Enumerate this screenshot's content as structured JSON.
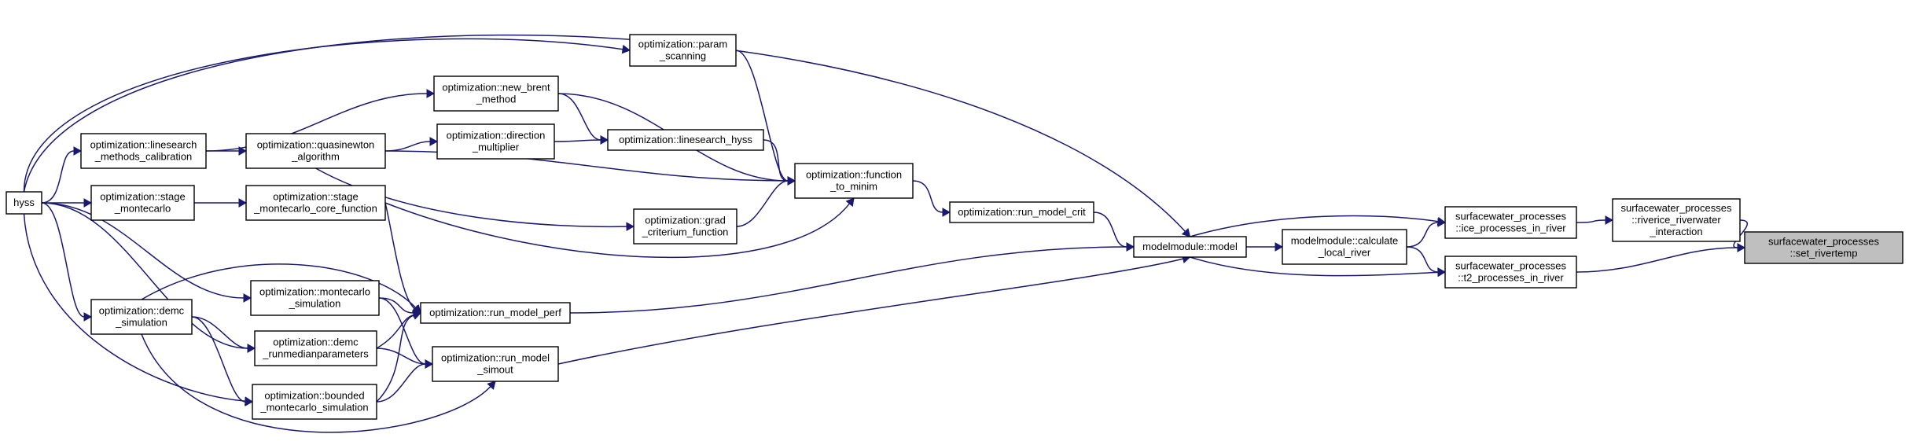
{
  "graph": {
    "nodes": [
      {
        "id": "hyss",
        "lines": [
          "hyss"
        ]
      },
      {
        "id": "ls_meth",
        "lines": [
          "optimization::linesearch",
          "_methods_calibration"
        ]
      },
      {
        "id": "stage_mc",
        "lines": [
          "optimization::stage",
          "_montecarlo"
        ]
      },
      {
        "id": "demc_sim",
        "lines": [
          "optimization::demc",
          "_simulation"
        ]
      },
      {
        "id": "param",
        "lines": [
          "optimization::param",
          "_scanning"
        ]
      },
      {
        "id": "brent",
        "lines": [
          "optimization::new_brent",
          "_method"
        ]
      },
      {
        "id": "quasi",
        "lines": [
          "optimization::quasinewton",
          "_algorithm"
        ]
      },
      {
        "id": "dirmul",
        "lines": [
          "optimization::direction",
          "_multiplier"
        ]
      },
      {
        "id": "lshyss",
        "lines": [
          "optimization::linesearch_hyss"
        ]
      },
      {
        "id": "stage_core",
        "lines": [
          "optimization::stage",
          "_montecarlo_core_function"
        ]
      },
      {
        "id": "grad",
        "lines": [
          "optimization::grad",
          "_criterium_function"
        ]
      },
      {
        "id": "fmin",
        "lines": [
          "optimization::function",
          "_to_minim"
        ]
      },
      {
        "id": "mc_sim",
        "lines": [
          "optimization::montecarlo",
          "_simulation"
        ]
      },
      {
        "id": "demc_run",
        "lines": [
          "optimization::demc",
          "_runmedianparameters"
        ]
      },
      {
        "id": "bounded",
        "lines": [
          "optimization::bounded",
          "_montecarlo_simulation"
        ]
      },
      {
        "id": "rmperf",
        "lines": [
          "optimization::run_model_perf"
        ]
      },
      {
        "id": "rmsim",
        "lines": [
          "optimization::run_model",
          "_simout"
        ]
      },
      {
        "id": "rmcrit",
        "lines": [
          "optimization::run_model_crit"
        ]
      },
      {
        "id": "model",
        "lines": [
          "modelmodule::model"
        ]
      },
      {
        "id": "calc",
        "lines": [
          "modelmodule::calculate",
          "_local_river"
        ]
      },
      {
        "id": "ice",
        "lines": [
          "surfacewater_processes",
          "::ice_processes_in_river"
        ]
      },
      {
        "id": "t2",
        "lines": [
          "surfacewater_processes",
          "::t2_processes_in_river"
        ]
      },
      {
        "id": "riverice",
        "lines": [
          "surfacewater_processes",
          "::riverice_riverwater",
          "_interaction"
        ]
      },
      {
        "id": "root",
        "lines": [
          "surfacewater_processes",
          "::set_rivertemp"
        ]
      }
    ],
    "edges": [
      [
        "hyss",
        "ls_meth"
      ],
      [
        "hyss",
        "stage_mc"
      ],
      [
        "hyss",
        "demc_sim"
      ],
      [
        "hyss",
        "param"
      ],
      [
        "hyss",
        "model"
      ],
      [
        "hyss",
        "mc_sim"
      ],
      [
        "hyss",
        "demc_run"
      ],
      [
        "hyss",
        "bounded"
      ],
      [
        "ls_meth",
        "brent"
      ],
      [
        "ls_meth",
        "quasi"
      ],
      [
        "stage_mc",
        "stage_core"
      ],
      [
        "demc_sim",
        "demc_run"
      ],
      [
        "demc_sim",
        "bounded"
      ],
      [
        "demc_sim",
        "rmperf"
      ],
      [
        "demc_sim",
        "rmsim"
      ],
      [
        "param",
        "fmin"
      ],
      [
        "brent",
        "fmin"
      ],
      [
        "brent",
        "lshyss"
      ],
      [
        "quasi",
        "dirmul"
      ],
      [
        "quasi",
        "fmin"
      ],
      [
        "quasi",
        "grad"
      ],
      [
        "dirmul",
        "lshyss"
      ],
      [
        "lshyss",
        "fmin"
      ],
      [
        "stage_core",
        "fmin"
      ],
      [
        "stage_core",
        "rmperf"
      ],
      [
        "grad",
        "fmin"
      ],
      [
        "mc_sim",
        "rmperf"
      ],
      [
        "mc_sim",
        "rmsim"
      ],
      [
        "demc_run",
        "rmperf"
      ],
      [
        "demc_run",
        "rmsim"
      ],
      [
        "bounded",
        "rmperf"
      ],
      [
        "bounded",
        "rmsim"
      ],
      [
        "fmin",
        "rmcrit"
      ],
      [
        "rmcrit",
        "model"
      ],
      [
        "rmperf",
        "model"
      ],
      [
        "rmsim",
        "model"
      ],
      [
        "model",
        "calc"
      ],
      [
        "model",
        "ice"
      ],
      [
        "model",
        "t2"
      ],
      [
        "calc",
        "ice"
      ],
      [
        "calc",
        "t2"
      ],
      [
        "ice",
        "riverice"
      ],
      [
        "riverice",
        "root"
      ],
      [
        "t2",
        "root"
      ]
    ]
  },
  "colors": {
    "edge": "#191970",
    "node_fill": "#ffffff",
    "root_fill": "#bfbfbf",
    "node_stroke": "#000000"
  }
}
